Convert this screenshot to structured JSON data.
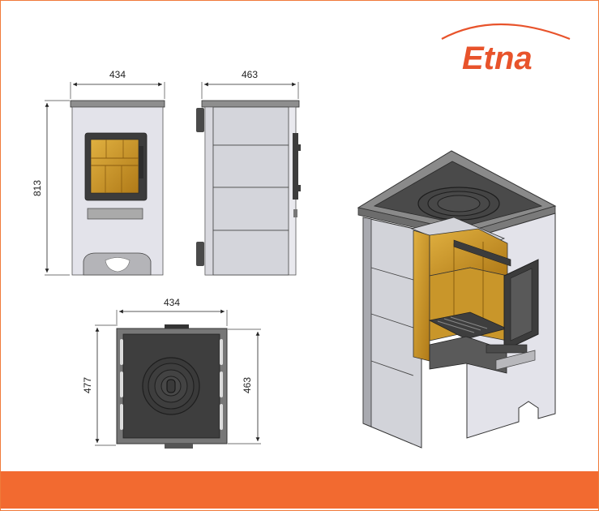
{
  "brand": {
    "name": "Etna",
    "color": "#e8532b"
  },
  "dimensions": {
    "front_width": "434",
    "front_height": "813",
    "side_depth": "463",
    "top_width": "434",
    "top_depth_left": "477",
    "top_depth_right": "463"
  },
  "colors": {
    "frame": "#f07a3a",
    "footer": "#f26a30",
    "body_panel": "#e3e3ea",
    "tile": "#cfd0d6",
    "iron": "#3c3c3c",
    "fire_glass": "#c9962a"
  }
}
